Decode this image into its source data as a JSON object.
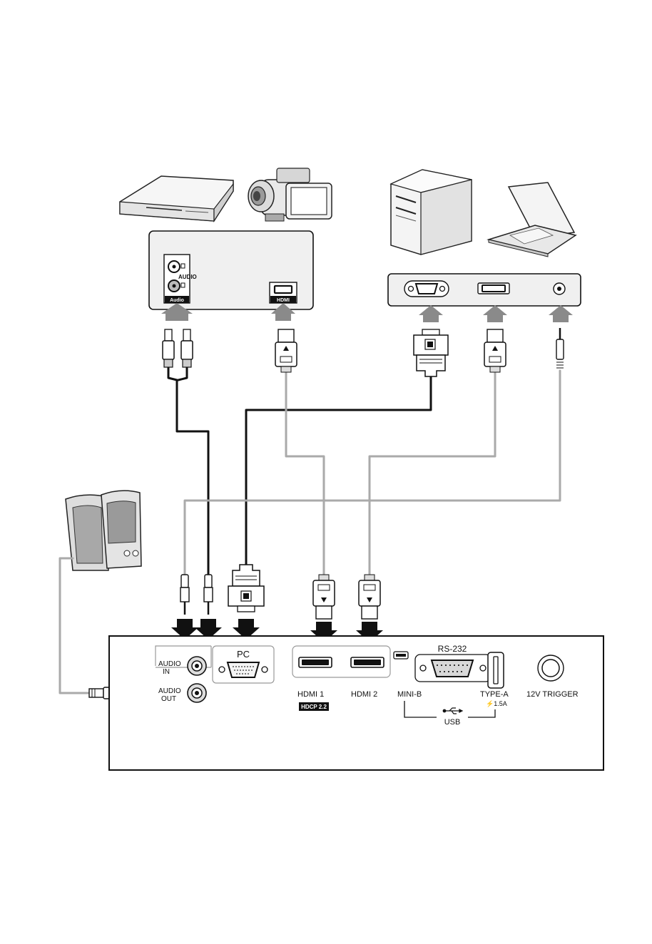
{
  "source_panel": {
    "audio_small_label": "AUDIO",
    "audio_tab": "Audio",
    "hdmi_tab": "HDMI"
  },
  "projector": {
    "audio_in": [
      "AUDIO",
      "IN"
    ],
    "audio_out": [
      "AUDIO",
      "OUT"
    ],
    "pc": "PC",
    "rs232": "RS-232",
    "hdmi1": "HDMI 1",
    "hdcp": "HDCP 2.2",
    "hdmi2": "HDMI 2",
    "mini_b": "MINI-B",
    "type_a": "TYPE-A",
    "type_a_rating": "⚡1.5A",
    "usb": "USB",
    "trigger": "12V TRIGGER"
  },
  "colors": {
    "black_cable": "#111111",
    "gray_cable": "#aaaaaa",
    "arrow_gray": "#8a8a8a",
    "panel_fill": "#f0f0f0"
  }
}
